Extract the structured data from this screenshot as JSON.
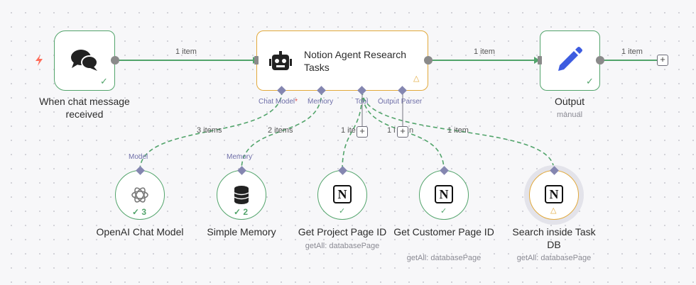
{
  "colors": {
    "success": "#52a46b",
    "warning": "#e2a93b",
    "edge": "#52a46b",
    "port": "#8486b0",
    "trigger": "#ff6d5a"
  },
  "nodes": {
    "trigger": {
      "label": "When chat message received",
      "icon": "chat-bubbles-icon"
    },
    "agent": {
      "label": "Notion Agent Research Tasks",
      "icon": "robot-icon"
    },
    "output": {
      "label": "Output",
      "subtitle": "manual",
      "icon": "pencil-icon"
    },
    "openai": {
      "label": "OpenAI Chat Model",
      "badge": "3",
      "icon": "openai-icon"
    },
    "memory": {
      "label": "Simple Memory",
      "badge": "2",
      "icon": "database-icon"
    },
    "project": {
      "label": "Get Project Page ID",
      "subtitle": "getAll: databasePage",
      "icon": "notion-icon"
    },
    "customer": {
      "label": "Get Customer Page ID",
      "subtitle": "getAll: databasePage",
      "icon": "notion-icon"
    },
    "search": {
      "label": "Search inside Task DB",
      "subtitle": "getAll: databasePage",
      "icon": "notion-icon"
    }
  },
  "ports": {
    "chat_model": "Chat Model",
    "required": "*",
    "memory": "Memory",
    "tool": "Tool",
    "output_parser": "Output Parser",
    "model": "Model",
    "memory_sub": "Memory"
  },
  "edges": {
    "trigger_agent": "1 item",
    "agent_output": "1 item",
    "output_next": "1 item",
    "model_count": "3 items",
    "memory_count": "2 items",
    "tool_a": "1 ite",
    "tool_b": "1 i",
    "tool_b2": "n",
    "tool_c": "1 item"
  },
  "plus": "+",
  "check": "✓",
  "notion_letter": "N"
}
